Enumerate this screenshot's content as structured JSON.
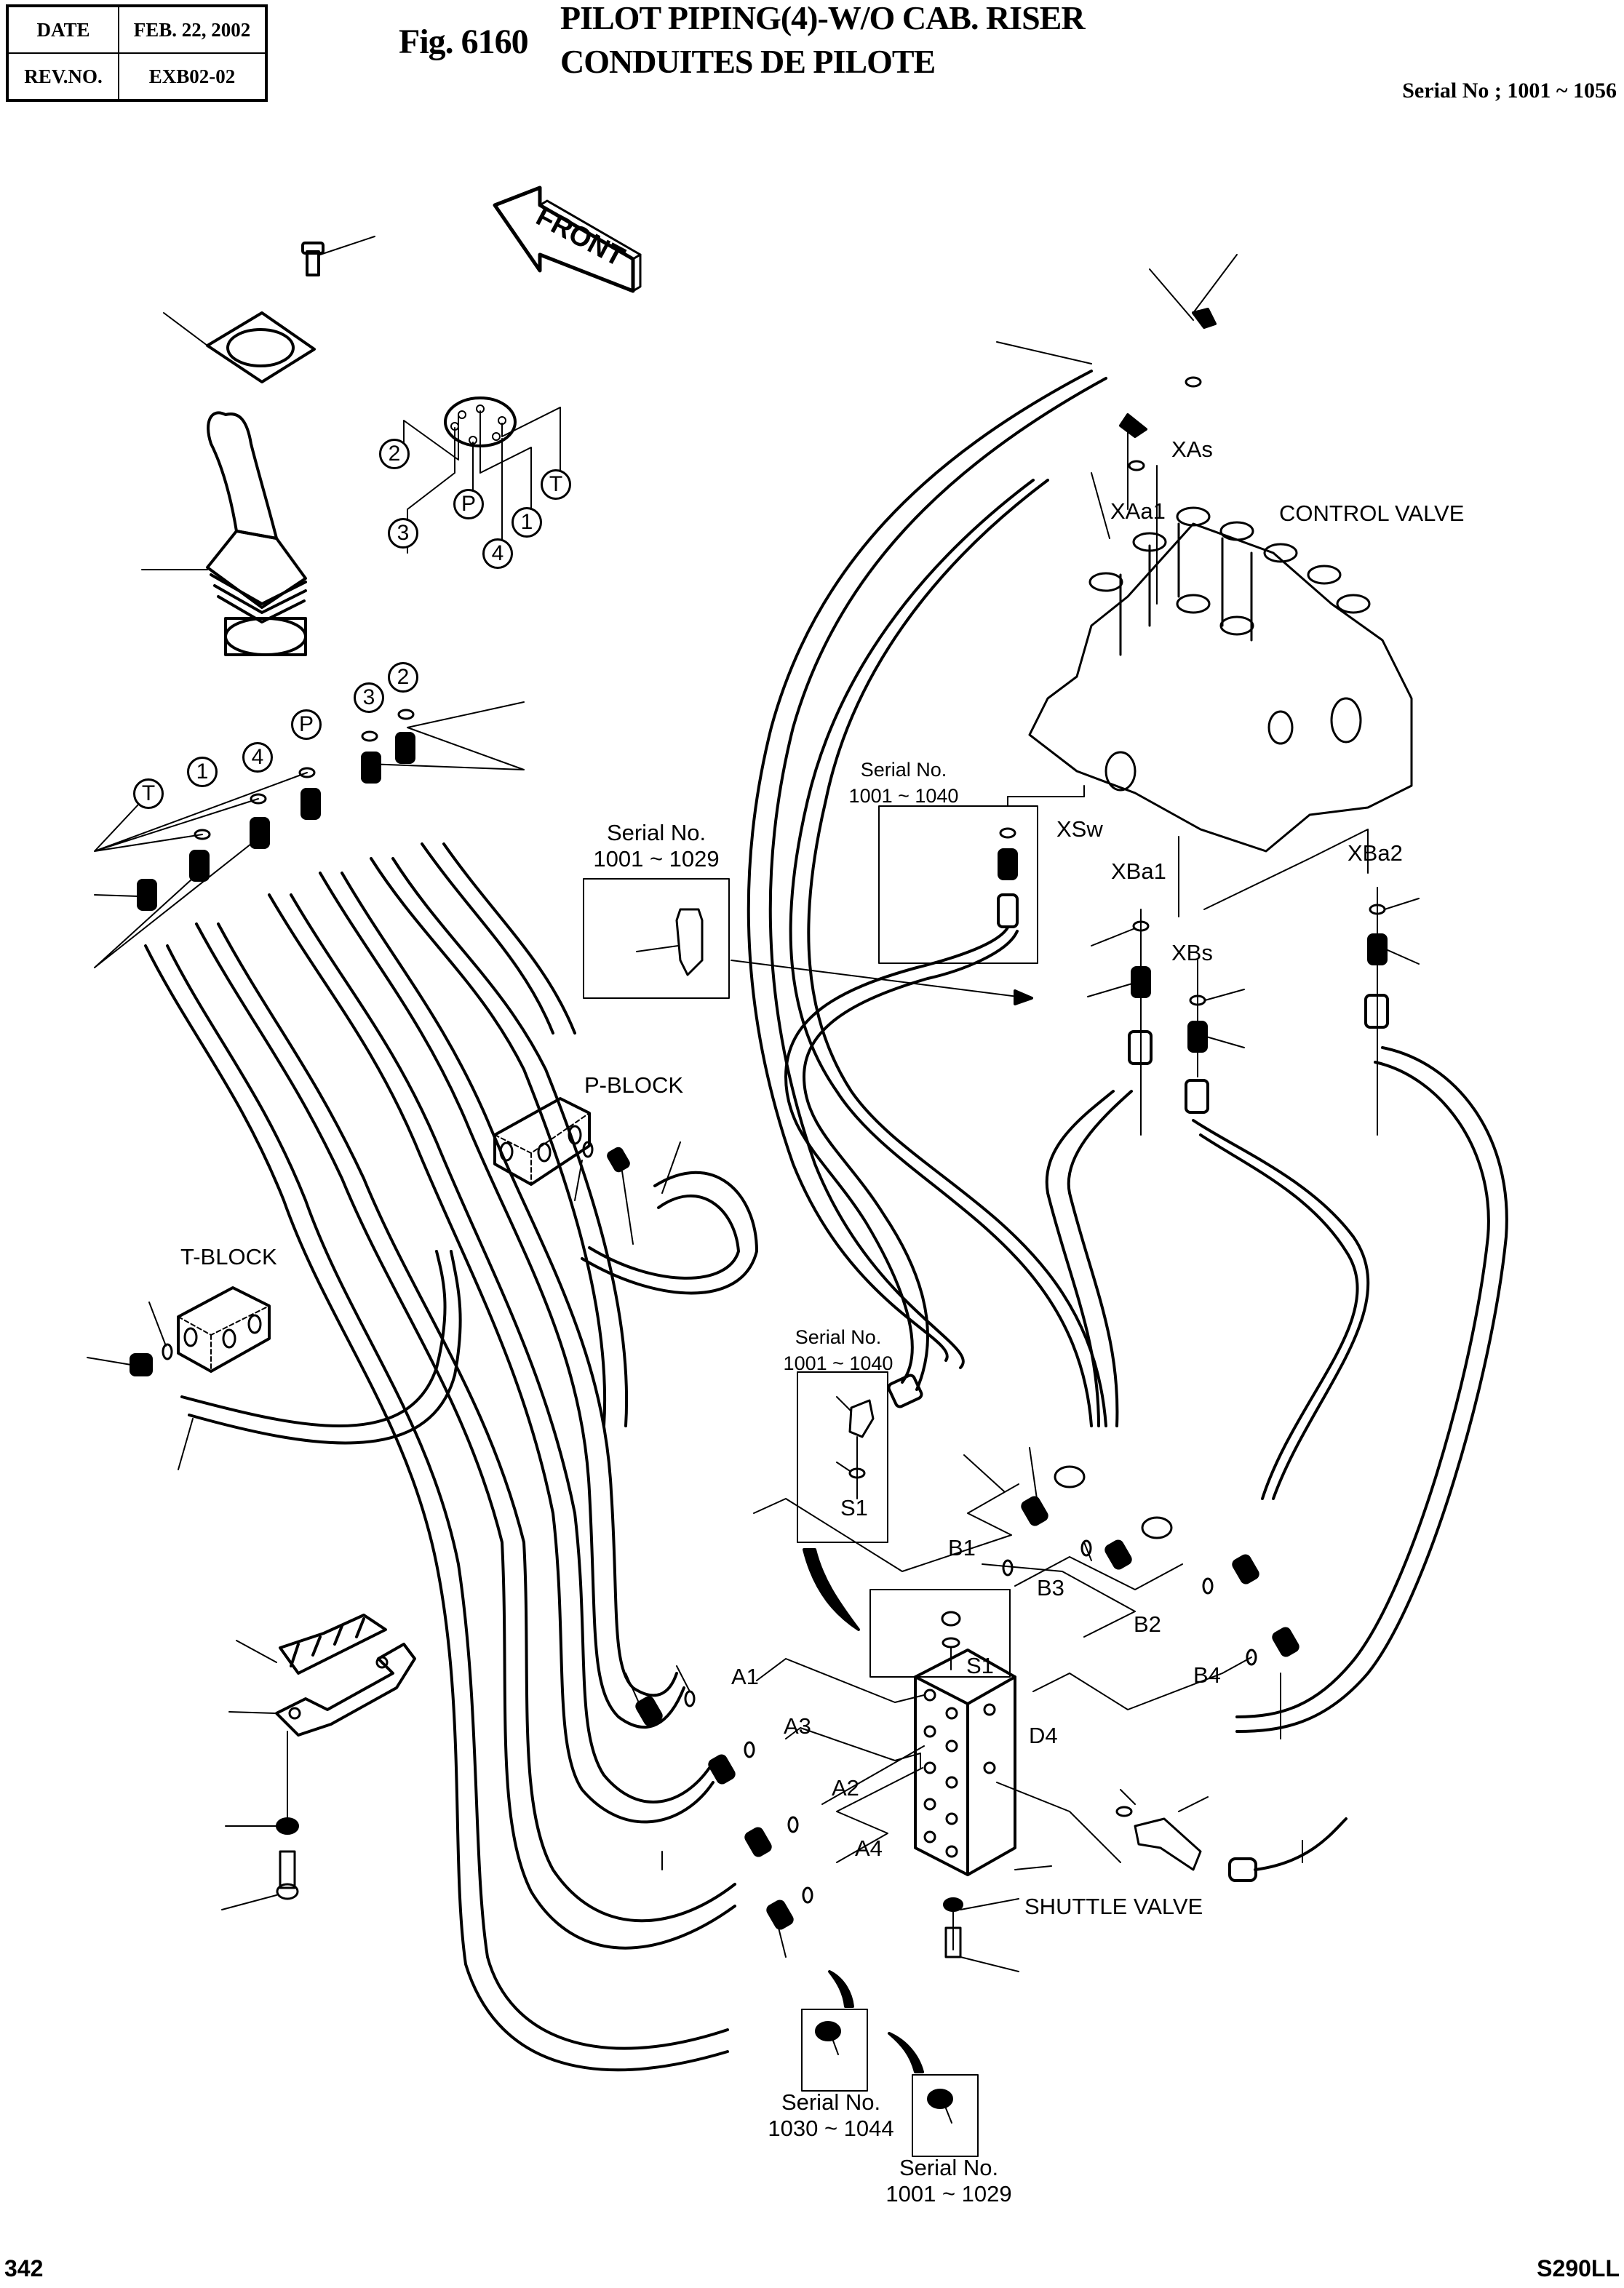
{
  "header": {
    "date_label": "DATE",
    "date_value": "FEB. 22, 2002",
    "rev_label": "REV.NO.",
    "rev_value": "EXB02-02",
    "figure_number": "Fig. 6160",
    "title_en": "PILOT PIPING(4)-W/O CAB. RISER",
    "title_fr": "CONDUITES DE PILOTE",
    "serial_range": "Serial No ; 1001 ~ 1056"
  },
  "footer": {
    "page_number": "342",
    "model": "S290LL"
  },
  "diagram": {
    "front_arrow_label": "FRONT",
    "components": {
      "control_valve": "CONTROL VALVE",
      "shuttle_valve": "SHUTTLE VALVE",
      "p_block": "P-BLOCK",
      "t_block": "T-BLOCK"
    },
    "joystick_port_callouts": [
      "2",
      "3",
      "P",
      "4",
      "1",
      "T"
    ],
    "fitting_port_callouts": [
      "T",
      "1",
      "4",
      "P",
      "3",
      "2"
    ],
    "control_valve_ports": [
      "XAs",
      "XAa1",
      "XSw",
      "XBa1",
      "XBs",
      "XBa2"
    ],
    "shuttle_valve_ports": [
      "A1",
      "A3",
      "A2",
      "A4",
      "B1",
      "B3",
      "B2",
      "B4",
      "S1",
      "D4"
    ],
    "inset_s1_label": "S1",
    "serial_insets": [
      {
        "label": "Serial No.",
        "range": "1001 ~ 1029",
        "location": "adapter-center"
      },
      {
        "label": "Serial No.",
        "range": "1001 ~ 1040",
        "location": "control-valve-xsw"
      },
      {
        "label": "Serial No.",
        "range": "1001 ~ 1040",
        "location": "shuttle-s1-elbow"
      },
      {
        "label": "Serial No.",
        "range": "1030 ~ 1044",
        "location": "bottom-left-adapter"
      },
      {
        "label": "Serial No.",
        "range": "1001 ~ 1029",
        "location": "bottom-right-adapter"
      }
    ]
  }
}
